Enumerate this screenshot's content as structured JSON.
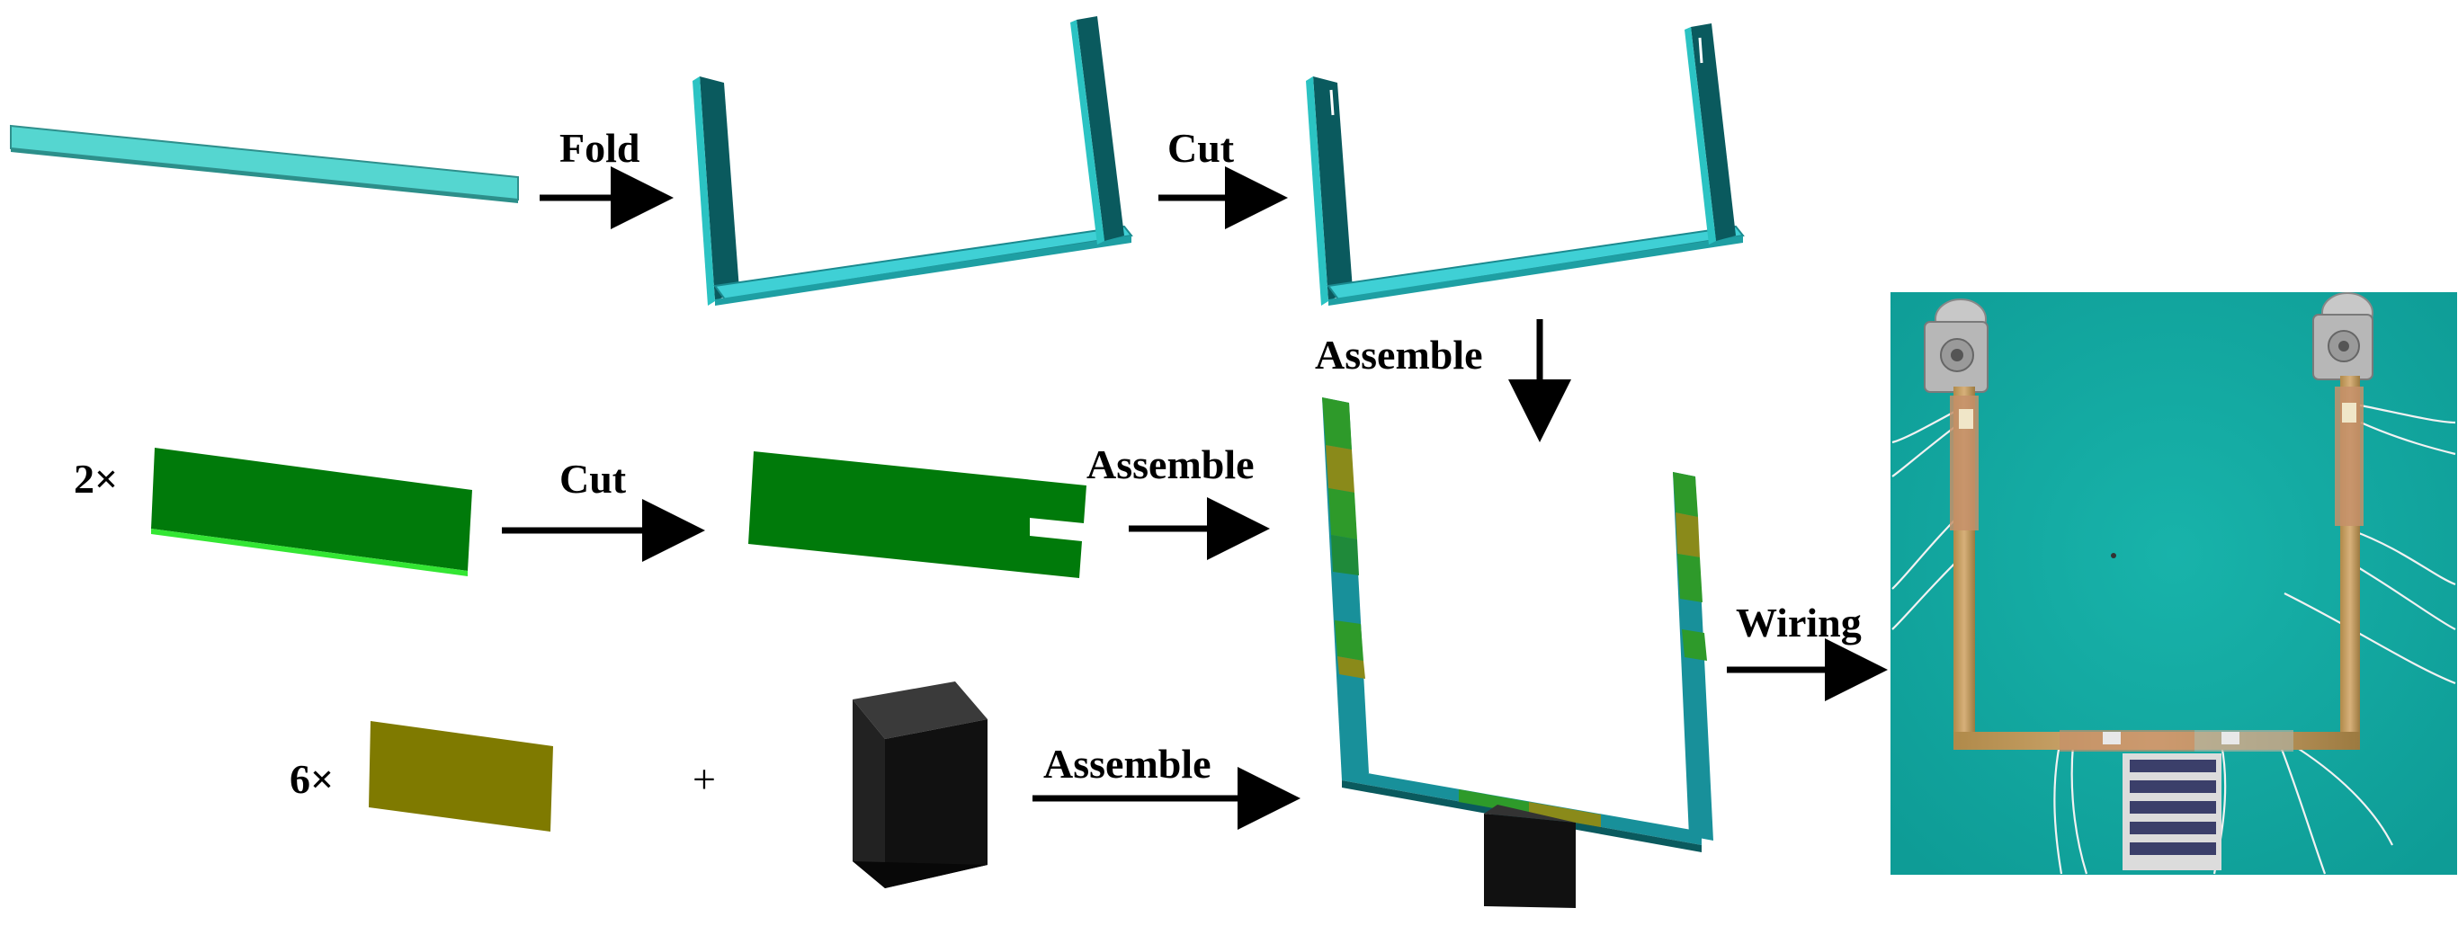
{
  "steps": {
    "fold": "Fold",
    "cut_top": "Cut",
    "assemble_down": "Assemble",
    "cut_mid": "Cut",
    "assemble_mid": "Assemble",
    "assemble_bottom": "Assemble",
    "wiring": "Wiring"
  },
  "counts": {
    "green_plates": "2×",
    "olive_patches": "6×",
    "plus": "+"
  },
  "colors": {
    "beam_light": "#55d6d0",
    "beam_face": "#3fd0d5",
    "beam_dark": "#0a5a5e",
    "plate_green": "#007a0a",
    "plate_edge": "#33e633",
    "patch_olive": "#7f7a00",
    "mass_black": "#111111",
    "photo_bg": "#13a8a0"
  }
}
